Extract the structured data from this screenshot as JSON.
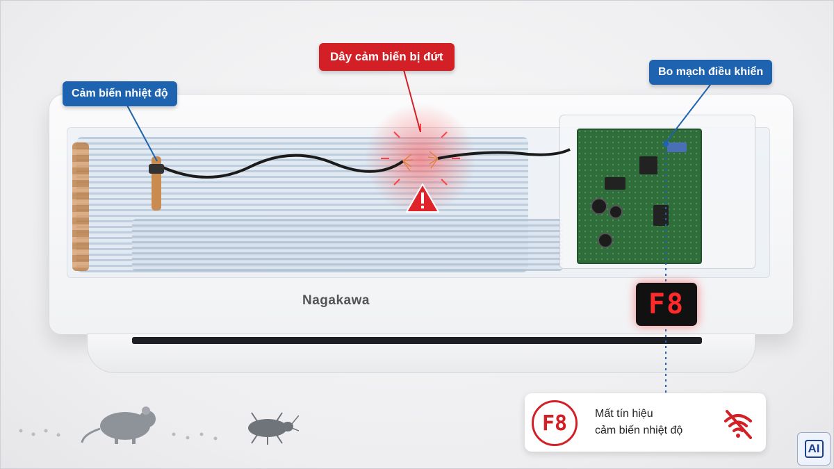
{
  "labels": {
    "sensor": "Cảm biến nhiệt độ",
    "broken_wire": "Dây cảm biến bị đứt",
    "control_board": "Bo mạch điều khiển"
  },
  "unit": {
    "brand": "Nagakawa",
    "display_code": "F8"
  },
  "callout": {
    "code": "F8",
    "line1": "Mất tín hiệu",
    "line2": "cảm biến nhiệt độ",
    "icon": "wifi-off-icon"
  },
  "badge": {
    "text": "AI"
  },
  "colors": {
    "label_blue": "#1d63b0",
    "label_red": "#d32027",
    "display_red": "#ff2a2a"
  }
}
